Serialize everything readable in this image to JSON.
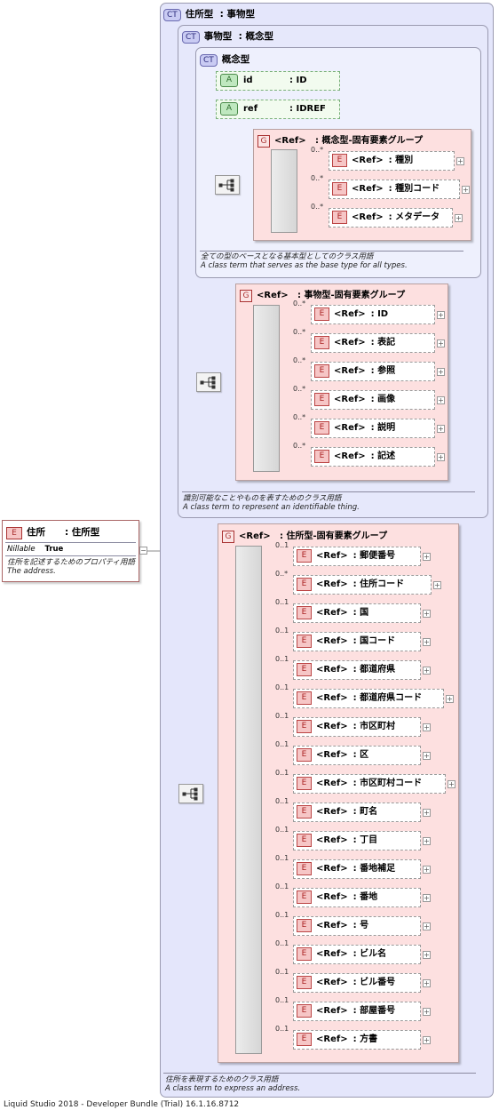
{
  "root": {
    "badge": "E",
    "name": "住所",
    "type": ": 住所型",
    "nillable_label": "Nillable",
    "nillable_value": "True",
    "doc_ja": "住所を記述するためのプロパティ用語",
    "doc_en": "The address.",
    "collapse_sign": "−"
  },
  "ct_outer": {
    "badge": "CT",
    "name": "住所型",
    "base": ": 事物型",
    "doc_ja": "住所を表現するためのクラス用語",
    "doc_en": "A class term to express an address."
  },
  "ct_mid": {
    "badge": "CT",
    "name": "事物型",
    "base": ": 概念型",
    "doc_ja": "識別可能なことやものを表すためのクラス用語",
    "doc_en": "A class term to represent an identifiable thing."
  },
  "ct_inner": {
    "badge": "CT",
    "name": "概念型",
    "doc_ja": "全ての型のベースとなる基本型としてのクラス用語",
    "doc_en": "A class term that serves as the base type for all types."
  },
  "attributes": [
    {
      "badge": "A",
      "name": "id",
      "type": ": ID"
    },
    {
      "badge": "A",
      "name": "ref",
      "type": ": IDREF"
    }
  ],
  "group_concept": {
    "badge": "G",
    "ref": "<Ref>",
    "name": ": 概念型-固有要素グループ",
    "elements": [
      {
        "card": "0..*",
        "badge": "E",
        "ref": "<Ref>",
        "name": ": 種別"
      },
      {
        "card": "0..*",
        "badge": "E",
        "ref": "<Ref>",
        "name": ": 種別コード"
      },
      {
        "card": "0..*",
        "badge": "E",
        "ref": "<Ref>",
        "name": ": メタデータ"
      }
    ]
  },
  "group_thing": {
    "badge": "G",
    "ref": "<Ref>",
    "name": ": 事物型-固有要素グループ",
    "elements": [
      {
        "card": "0..*",
        "badge": "E",
        "ref": "<Ref>",
        "name": ": ID"
      },
      {
        "card": "0..*",
        "badge": "E",
        "ref": "<Ref>",
        "name": ": 表記"
      },
      {
        "card": "0..*",
        "badge": "E",
        "ref": "<Ref>",
        "name": ": 参照"
      },
      {
        "card": "0..*",
        "badge": "E",
        "ref": "<Ref>",
        "name": ": 画像"
      },
      {
        "card": "0..*",
        "badge": "E",
        "ref": "<Ref>",
        "name": ": 説明"
      },
      {
        "card": "0..*",
        "badge": "E",
        "ref": "<Ref>",
        "name": ": 記述"
      }
    ]
  },
  "group_address": {
    "badge": "G",
    "ref": "<Ref>",
    "name": ": 住所型-固有要素グループ",
    "elements": [
      {
        "card": "0..1",
        "badge": "E",
        "ref": "<Ref>",
        "name": ": 郵便番号"
      },
      {
        "card": "0..*",
        "badge": "E",
        "ref": "<Ref>",
        "name": ": 住所コード"
      },
      {
        "card": "0..1",
        "badge": "E",
        "ref": "<Ref>",
        "name": ": 国"
      },
      {
        "card": "0..1",
        "badge": "E",
        "ref": "<Ref>",
        "name": ": 国コード"
      },
      {
        "card": "0..1",
        "badge": "E",
        "ref": "<Ref>",
        "name": ": 都道府県"
      },
      {
        "card": "0..1",
        "badge": "E",
        "ref": "<Ref>",
        "name": ": 都道府県コード"
      },
      {
        "card": "0..1",
        "badge": "E",
        "ref": "<Ref>",
        "name": ": 市区町村"
      },
      {
        "card": "0..1",
        "badge": "E",
        "ref": "<Ref>",
        "name": ": 区"
      },
      {
        "card": "0..1",
        "badge": "E",
        "ref": "<Ref>",
        "name": ": 市区町村コード"
      },
      {
        "card": "0..1",
        "badge": "E",
        "ref": "<Ref>",
        "name": ": 町名"
      },
      {
        "card": "0..1",
        "badge": "E",
        "ref": "<Ref>",
        "name": ": 丁目"
      },
      {
        "card": "0..1",
        "badge": "E",
        "ref": "<Ref>",
        "name": ": 番地補足"
      },
      {
        "card": "0..1",
        "badge": "E",
        "ref": "<Ref>",
        "name": ": 番地"
      },
      {
        "card": "0..1",
        "badge": "E",
        "ref": "<Ref>",
        "name": ": 号"
      },
      {
        "card": "0..1",
        "badge": "E",
        "ref": "<Ref>",
        "name": ": ビル名"
      },
      {
        "card": "0..1",
        "badge": "E",
        "ref": "<Ref>",
        "name": ": ビル番号"
      },
      {
        "card": "0..1",
        "badge": "E",
        "ref": "<Ref>",
        "name": ": 部屋番号"
      },
      {
        "card": "0..1",
        "badge": "E",
        "ref": "<Ref>",
        "name": ": 方書"
      }
    ]
  },
  "expand_sign": "+",
  "footer": "Liquid Studio 2018 - Developer Bundle (Trial) 16.1.16.8712"
}
